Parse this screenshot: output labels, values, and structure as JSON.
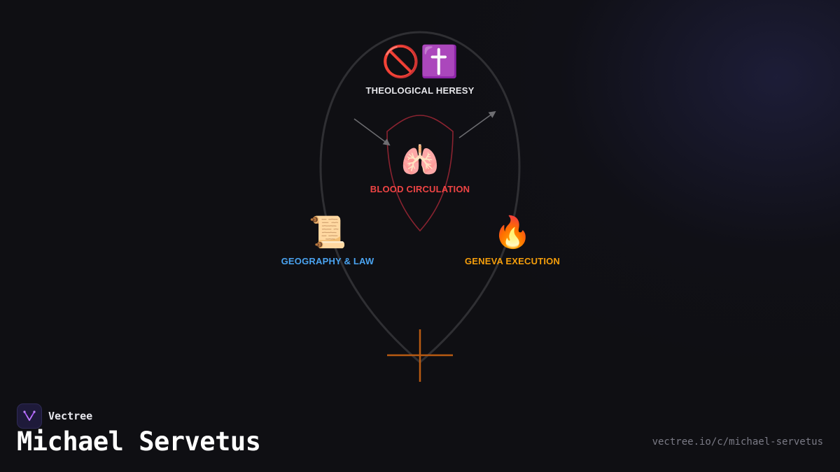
{
  "brand": {
    "name": "Vectree"
  },
  "page": {
    "title": "Michael Servetus",
    "url": "vectree.io/c/michael-servetus"
  },
  "colors": {
    "outline": "#2f2f33",
    "heart": "#8a2330",
    "cross": "#b85a12",
    "arrow": "#6e6e72",
    "theology": "#e6e6ea",
    "circulation": "#ef4444",
    "geography": "#4aa3f0",
    "execution": "#f59e0b"
  },
  "nodes": {
    "theology": {
      "emoji": "🚫✝️",
      "icon": "prohibited-cross-icon",
      "label": "THEOLOGICAL HERESY"
    },
    "circulation": {
      "emoji": "🫁",
      "icon": "lungs-icon",
      "label": "BLOOD CIRCULATION"
    },
    "geography": {
      "emoji": "📜",
      "icon": "scroll-icon",
      "label": "GEOGRAPHY & LAW"
    },
    "execution": {
      "emoji": "🔥",
      "icon": "fire-icon",
      "label": "GENEVA EXECUTION"
    }
  }
}
